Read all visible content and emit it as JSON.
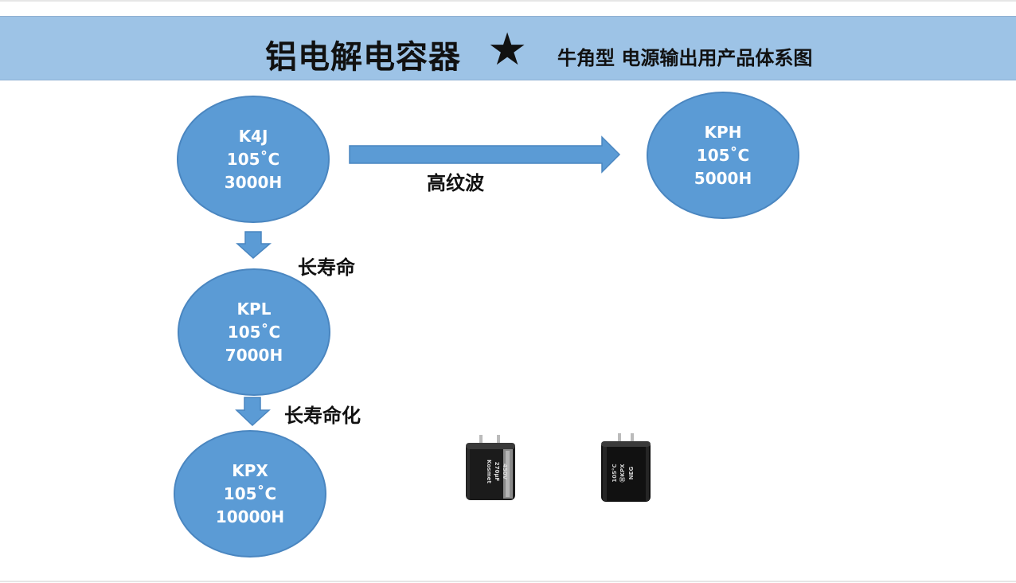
{
  "header": {
    "title": "铝电解电容器",
    "star": "★",
    "subtitle": "牛角型 电源输出用产品体系图"
  },
  "nodes": [
    {
      "id": "k4j",
      "name": "K4J",
      "temp": "105˚C",
      "life": "3000H"
    },
    {
      "id": "kph",
      "name": "KPH",
      "temp": "105˚C",
      "life": "5000H"
    },
    {
      "id": "kpl",
      "name": "KPL",
      "temp": "105˚C",
      "life": "7000H"
    },
    {
      "id": "kpx",
      "name": "KPX",
      "temp": "105˚C",
      "life": "10000H"
    }
  ],
  "edges": [
    {
      "from": "K4J",
      "to": "KPH",
      "label": "高纹波"
    },
    {
      "from": "K4J",
      "to": "KPL",
      "label": "长寿命"
    },
    {
      "from": "KPL",
      "to": "KPX",
      "label": "长寿命化"
    }
  ],
  "capacitor_left": {
    "marks": [
      "450V",
      "270μF",
      "Kosmet"
    ]
  },
  "capacitor_right": {
    "marks": [
      "105°C",
      "ⓃKPX",
      "NEG"
    ]
  },
  "colors": {
    "header_bg": "#9dc3e6",
    "node_fill": "#5b9bd5",
    "arrow_fill": "#5b9bd5"
  }
}
